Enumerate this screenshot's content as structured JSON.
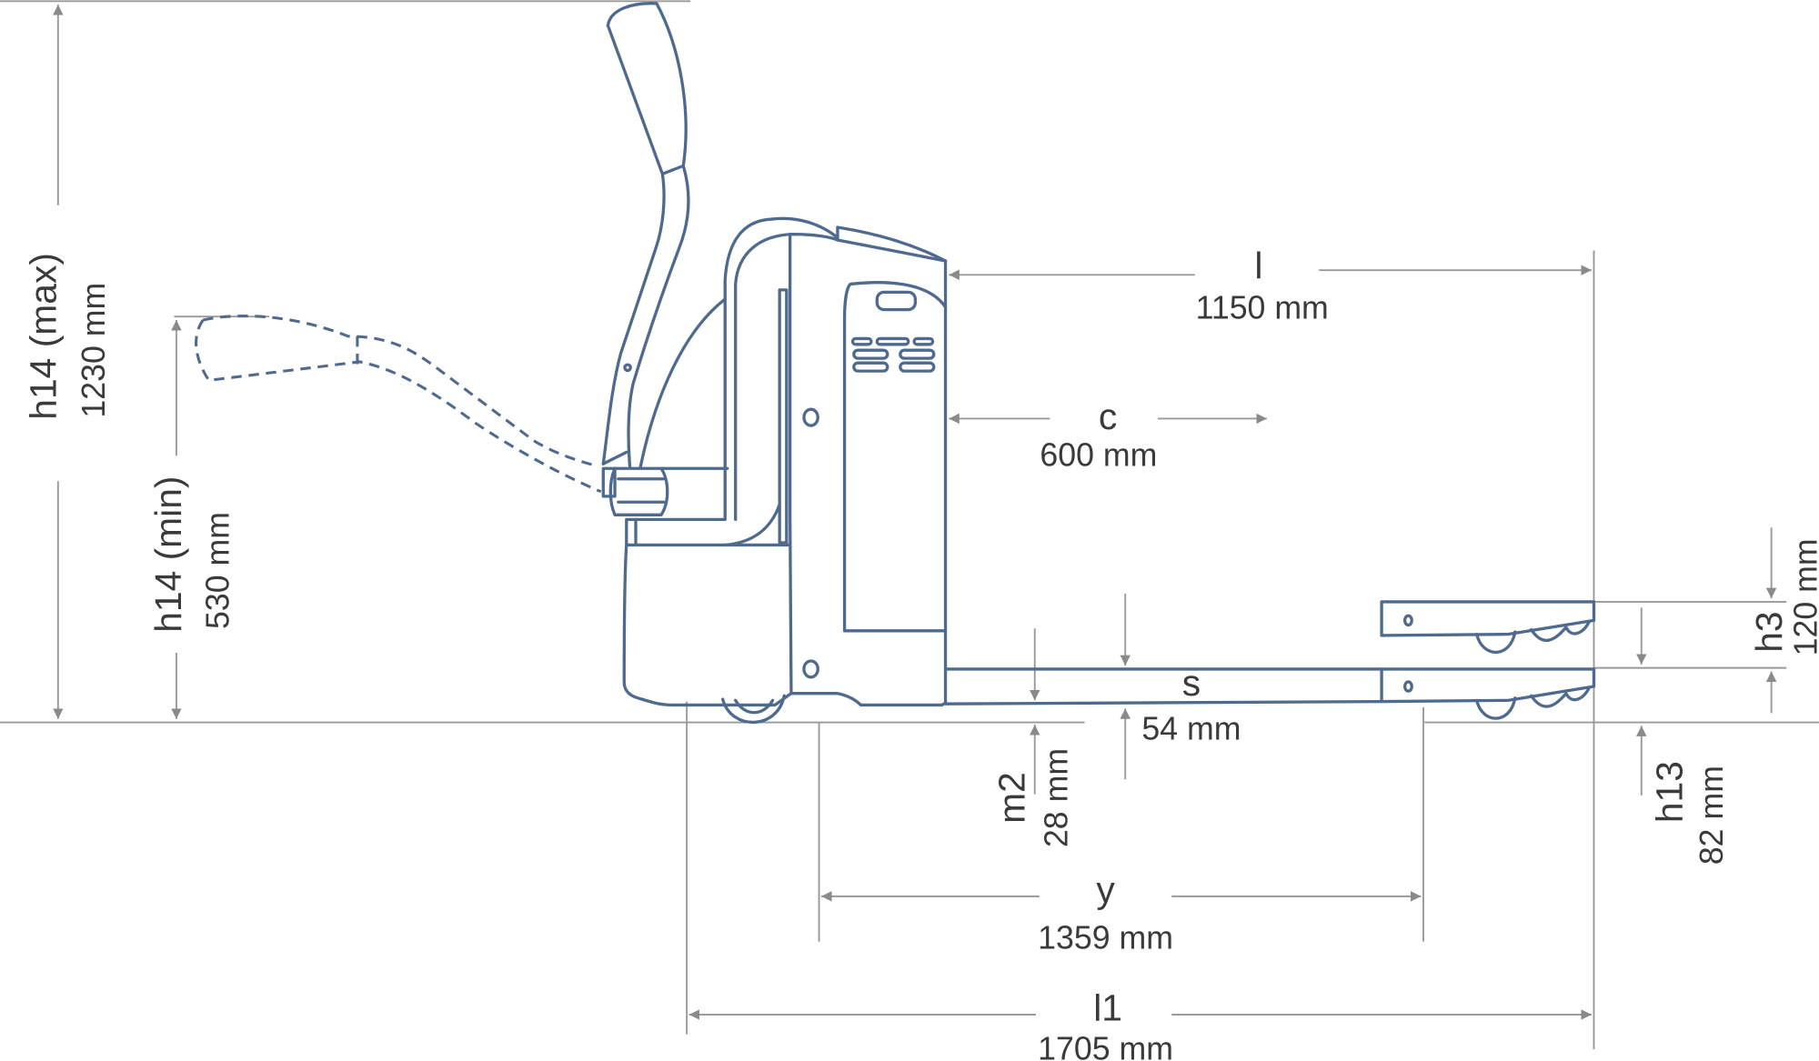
{
  "dimensions": {
    "h14_max": {
      "symbol": "h14 (max)",
      "value": "1230 mm"
    },
    "h14_min": {
      "symbol": "h14 (min)",
      "value": "530 mm"
    },
    "l": {
      "symbol": "l",
      "value": "1150 mm"
    },
    "c": {
      "symbol": "c",
      "value": "600 mm"
    },
    "s": {
      "symbol": "s",
      "value": "54 mm"
    },
    "m2": {
      "symbol": "m2",
      "value": "28 mm"
    },
    "h3": {
      "symbol": "h3",
      "value": "120 mm"
    },
    "h13": {
      "symbol": "h13",
      "value": "82 mm"
    },
    "y": {
      "symbol": "y",
      "value": "1359 mm"
    },
    "l1": {
      "symbol": "l1",
      "value": "1705 mm"
    }
  },
  "colors": {
    "outline": "#4f6a8f",
    "dimension": "#9a9a9a"
  }
}
